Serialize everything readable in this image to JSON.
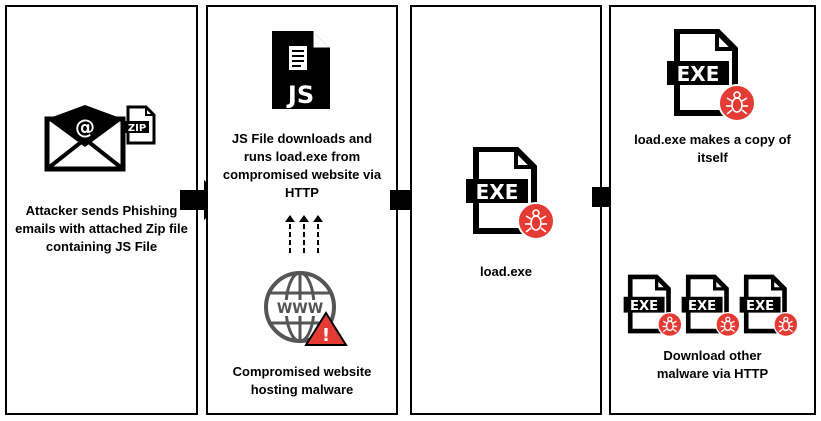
{
  "panels": [
    {
      "caption": "Attacker sends Phishing emails with attached Zip file containing JS File",
      "icons": {
        "email_symbol": "@",
        "zip_label": "ZIP"
      }
    },
    {
      "caption_top": "JS File downloads and runs load.exe from compromised website via HTTP",
      "caption_bottom": "Compromised website hosting malware",
      "icons": {
        "js_label": "JS",
        "www_label": "WWW",
        "warning_symbol": "!"
      }
    },
    {
      "caption": "load.exe",
      "icons": {
        "exe_label": "EXE"
      }
    },
    {
      "caption_top": "load.exe makes a copy of itself",
      "caption_bottom": "Download other malware via HTTP",
      "icons": {
        "exe_label": "EXE"
      }
    }
  ],
  "colors": {
    "accent_red": "#e53b35",
    "stroke": "#000000"
  }
}
